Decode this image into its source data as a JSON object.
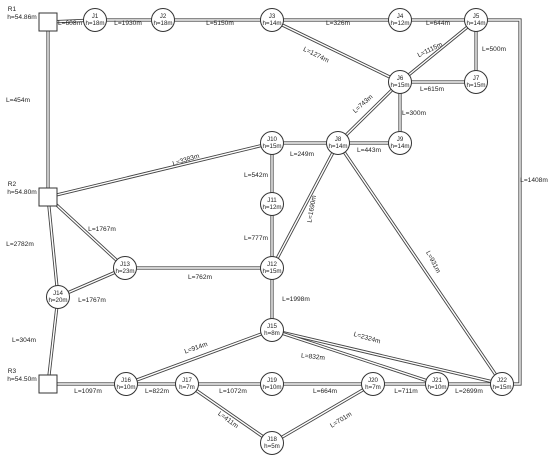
{
  "reservoirs": [
    {
      "id": "R1",
      "head": "h=54.86m"
    },
    {
      "id": "R2",
      "head": "h=54.80m"
    },
    {
      "id": "R3",
      "head": "h=54.50m"
    }
  ],
  "junctions": [
    {
      "id": "J1",
      "head": "h=18m"
    },
    {
      "id": "J2",
      "head": "h=18m"
    },
    {
      "id": "J3",
      "head": "h=14m"
    },
    {
      "id": "J4",
      "head": "h=12m"
    },
    {
      "id": "J5",
      "head": "h=14m"
    },
    {
      "id": "J6",
      "head": "h=15m"
    },
    {
      "id": "J7",
      "head": "h=15m"
    },
    {
      "id": "J8",
      "head": "h=14m"
    },
    {
      "id": "J9",
      "head": "h=14m"
    },
    {
      "id": "J10",
      "head": "h=15m"
    },
    {
      "id": "J11",
      "head": "h=12m"
    },
    {
      "id": "J12",
      "head": "h=15m"
    },
    {
      "id": "J13",
      "head": "h=23m"
    },
    {
      "id": "J14",
      "head": "h=20m"
    },
    {
      "id": "J15",
      "head": "h=8m"
    },
    {
      "id": "J16",
      "head": "h=10m"
    },
    {
      "id": "J17",
      "head": "h=7m"
    },
    {
      "id": "J18",
      "head": "h=5m"
    },
    {
      "id": "J19",
      "head": "h=10m"
    },
    {
      "id": "J20",
      "head": "h=7m"
    },
    {
      "id": "J21",
      "head": "h=10m"
    },
    {
      "id": "J22",
      "head": "h=15m"
    }
  ],
  "pipes": [
    {
      "from": "R1",
      "to": "J1",
      "length": "L=608m"
    },
    {
      "from": "J1",
      "to": "J2",
      "length": "L=1930m"
    },
    {
      "from": "J2",
      "to": "J3",
      "length": "L=5150m"
    },
    {
      "from": "J3",
      "to": "J4",
      "length": "L=326m"
    },
    {
      "from": "J4",
      "to": "J5",
      "length": "L=644m"
    },
    {
      "from": "J3",
      "to": "J6",
      "length": "L=1274m"
    },
    {
      "from": "J5",
      "to": "J6",
      "length": "L=1115m"
    },
    {
      "from": "J5",
      "to": "J7",
      "length": "L=500m"
    },
    {
      "from": "J6",
      "to": "J7",
      "length": "L=615m"
    },
    {
      "from": "J5",
      "to": "J22",
      "length": "L=1408m"
    },
    {
      "from": "J6",
      "to": "J8",
      "length": "L=743m"
    },
    {
      "from": "J6",
      "to": "J9",
      "length": "L=300m"
    },
    {
      "from": "J8",
      "to": "J9",
      "length": "L=443m"
    },
    {
      "from": "J10",
      "to": "J8",
      "length": "L=249m"
    },
    {
      "from": "J8",
      "to": "J12",
      "length": "L=1690m"
    },
    {
      "from": "J8",
      "to": "J22",
      "length": "L=931m"
    },
    {
      "from": "J10",
      "to": "J11",
      "length": "L=542m"
    },
    {
      "from": "J11",
      "to": "J12",
      "length": "L=777m"
    },
    {
      "from": "R2",
      "to": "J10",
      "length": "L=3383m"
    },
    {
      "from": "R1",
      "to": "R2",
      "length": "L=454m"
    },
    {
      "from": "R2",
      "to": "J14",
      "length": "L=2782m"
    },
    {
      "from": "R2",
      "to": "J13",
      "length": "L=1767m"
    },
    {
      "from": "J14",
      "to": "J13",
      "length": "L=1767m"
    },
    {
      "from": "J13",
      "to": "J12",
      "length": "L=762m"
    },
    {
      "from": "J12",
      "to": "J15",
      "length": "L=1998m"
    },
    {
      "from": "J14",
      "to": "R3",
      "length": "L=304m"
    },
    {
      "from": "J15",
      "to": "J16",
      "length": "L=914m"
    },
    {
      "from": "J15",
      "to": "J22",
      "length": "L=2324m"
    },
    {
      "from": "J15",
      "to": "J21",
      "length": "L=832m"
    },
    {
      "from": "R3",
      "to": "J16",
      "length": "L=1097m"
    },
    {
      "from": "J16",
      "to": "J17",
      "length": "L=822m"
    },
    {
      "from": "J17",
      "to": "J19",
      "length": "L=1072m"
    },
    {
      "from": "J19",
      "to": "J20",
      "length": "L=664m"
    },
    {
      "from": "J20",
      "to": "J21",
      "length": "L=711m"
    },
    {
      "from": "J21",
      "to": "J22",
      "length": "L=2699m"
    },
    {
      "from": "J17",
      "to": "J18",
      "length": "L=411m"
    },
    {
      "from": "J18",
      "to": "J20",
      "length": "L=701m"
    }
  ]
}
